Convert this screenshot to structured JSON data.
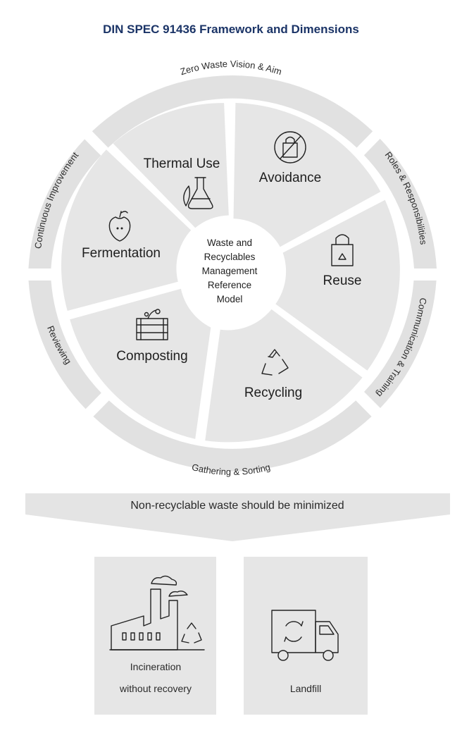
{
  "title": "DIN SPEC 91436 Framework and Dimensions",
  "center": {
    "lines": [
      "Waste and",
      "Recyclables",
      "Management",
      "Reference",
      "Model"
    ]
  },
  "segments": [
    {
      "label": "Avoidance",
      "icon": "shopping-bag-crossed-icon"
    },
    {
      "label": "Reuse",
      "icon": "reusable-bag-icon"
    },
    {
      "label": "Recycling",
      "icon": "recycle-icon"
    },
    {
      "label": "Composting",
      "icon": "compost-bin-icon"
    },
    {
      "label": "Fermentation",
      "icon": "apple-core-icon"
    },
    {
      "label": "Thermal Use",
      "icon": "flask-leaf-icon"
    }
  ],
  "outer_ring": [
    {
      "label": "Zero Waste Vision & Aim"
    },
    {
      "label": "Roles & Responsibilities"
    },
    {
      "label": "Communication & Training"
    },
    {
      "label": "Gathering & Sorting"
    },
    {
      "label": "Reviewing"
    },
    {
      "label": "Continuous Improvement"
    }
  ],
  "banner": {
    "text": "Non-recyclable waste should be minimized"
  },
  "boxes": [
    {
      "lines": [
        "Incineration",
        "without recovery"
      ],
      "icon": "factory-icon"
    },
    {
      "lines": [
        "Landfill"
      ],
      "icon": "recycling-truck-icon"
    }
  ]
}
